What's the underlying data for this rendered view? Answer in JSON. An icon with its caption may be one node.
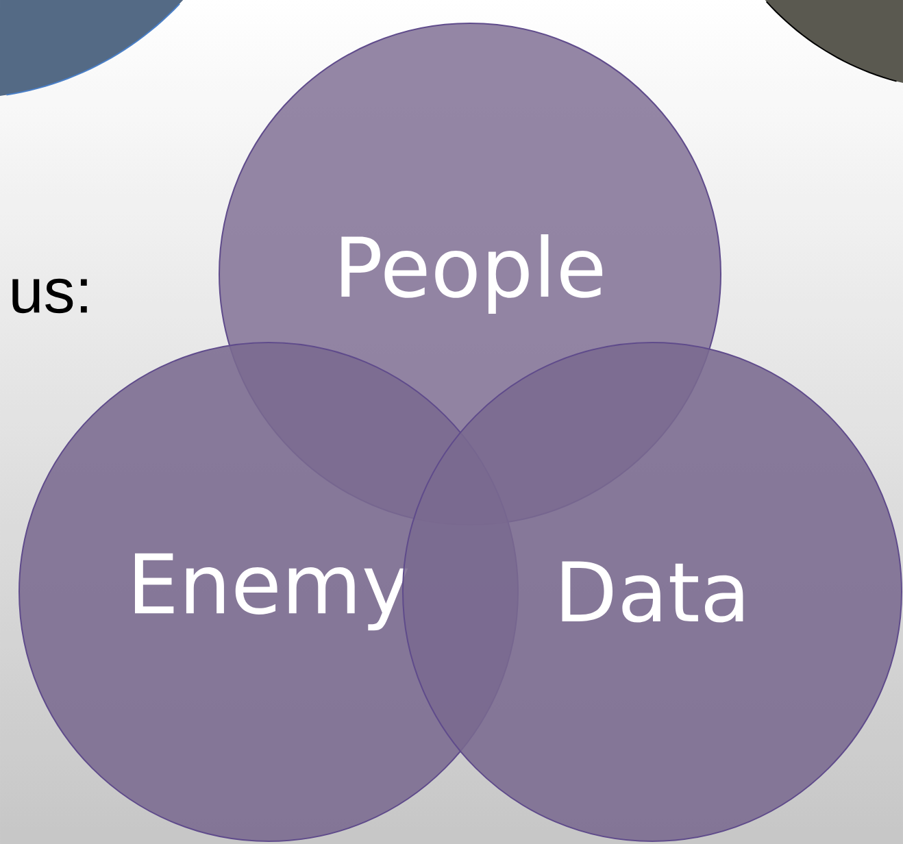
{
  "diagram": {
    "nodes": [
      {
        "text": [],
        "shape": "circle"
      },
      {
        "text": [],
        "shape": "circle"
      },
      {
        "text": [
          "People"
        ]
      },
      {
        "text": [
          "Enemy"
        ]
      },
      {
        "text": [
          "Data"
        ]
      }
    ],
    "labels": [
      "us:"
    ]
  }
}
